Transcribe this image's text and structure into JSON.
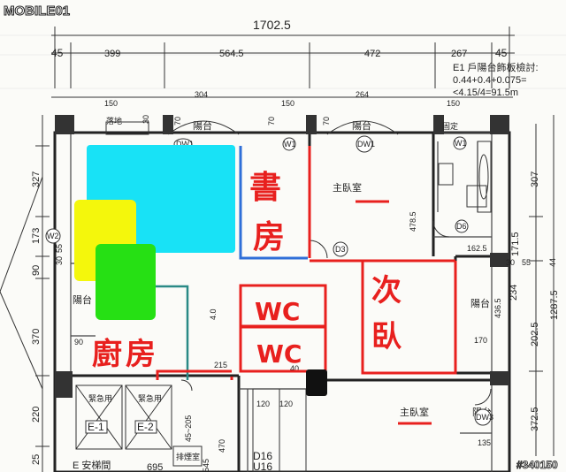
{
  "watermark": {
    "logo": "MOBILE01",
    "post_id": "#340150"
  },
  "dimensions": {
    "overall": "1702.5",
    "top_segments": [
      "45",
      "399",
      "564.5",
      "472",
      "267",
      "45"
    ],
    "upper": [
      "150",
      "304",
      "150",
      "264",
      "150"
    ],
    "left": [
      "327",
      "173",
      "90",
      "370",
      "220",
      "25"
    ],
    "right": [
      "307",
      "171.5",
      "44",
      "234",
      "436.5",
      "202.5",
      "1287.5",
      "372.5"
    ],
    "inner": [
      "30",
      "70",
      "70",
      "70",
      "4.0",
      "90",
      "170",
      "162.5",
      "478.5",
      "135",
      "215",
      "30",
      "55",
      "30",
      "55",
      "45~205",
      "120",
      "120",
      "470",
      "545",
      "40",
      "695"
    ]
  },
  "note": {
    "line1": "E1 戶陽台飾板檢討:",
    "line2": "0.44+0.4+0.075=",
    "line3": "<4.15/4=91.5m"
  },
  "labels": {
    "balcony_1": "陽台",
    "balcony_2": "陽台",
    "balcony_3": "陽台",
    "balcony_4": "陽台",
    "balcony_5": "陽台",
    "master_bedroom": "主臥室",
    "master_bedroom_2": "主臥室",
    "ventilation": "排煙室",
    "elevator_1": "E-1",
    "elevator_2": "E-2",
    "lift_note_1": "緊急用",
    "lift_note_2": "緊急用",
    "stair": "E 安梯間",
    "d16": "D16",
    "u16": "U16",
    "w1a": "W1",
    "w1b": "W1",
    "w2": "W2",
    "dw1a": "DW1",
    "dw1b": "DW1",
    "dw3": "DW3",
    "d3": "D3",
    "d6": "D6",
    "glass_door": "落地",
    "fixed": "固定"
  },
  "annotations": {
    "study": "書房",
    "second_bedroom": "次臥",
    "kitchen": "廚房",
    "wc_1": "WC",
    "wc_2": "WC"
  },
  "colors": {
    "red": "#e8201e",
    "blue": "#2f6fd8",
    "cyan": "#18e2f6",
    "yellow": "#f4f70c",
    "green": "#26e014",
    "teal": "#2a8a86"
  }
}
